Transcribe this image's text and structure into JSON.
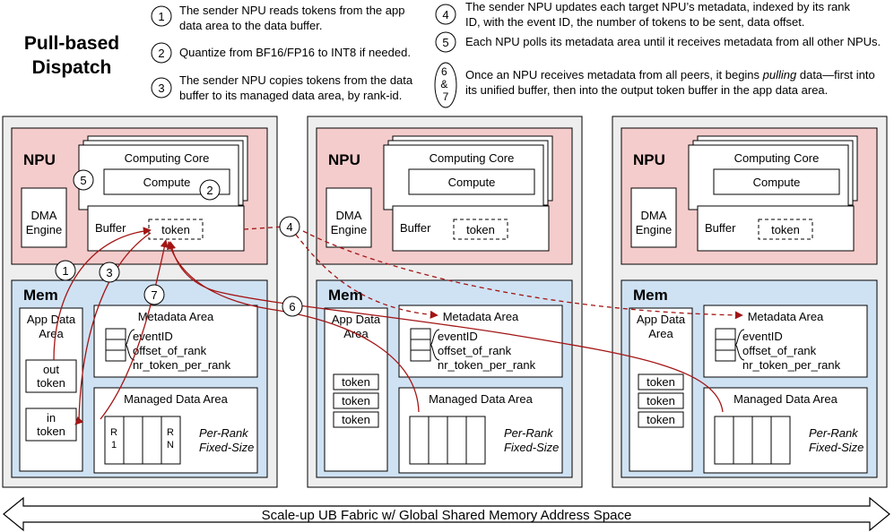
{
  "title_line1": "Pull-based",
  "title_line2": "Dispatch",
  "steps": [
    {
      "num": "1",
      "line1": "The sender NPU reads tokens from the app",
      "line2": "data area to the data buffer."
    },
    {
      "num": "2",
      "line1": "Quantize from BF16/FP16 to INT8 if needed.",
      "line2": ""
    },
    {
      "num": "3",
      "line1": "The sender NPU copies tokens from the data",
      "line2": "buffer to its managed data area, by rank-id."
    },
    {
      "num": "4",
      "line1": "The sender NPU updates each target NPU’s metadata, indexed by its rank",
      "line2": "ID, with the event ID, the number of tokens to be sent, data offset."
    },
    {
      "num": "5",
      "line1": "Each NPU polls its metadata area until it receives metadata from all other NPUs.",
      "line2": ""
    },
    {
      "num": "6\n&\n7",
      "line1": "Once an NPU receives metadata from all peers, it begins pulling data—first into",
      "line2": "its unified buffer, then into the output token buffer in the app data area."
    }
  ],
  "node": {
    "npu_label": "NPU",
    "computing_core": "Computing Core",
    "compute": "Compute",
    "dma_line1": "DMA",
    "dma_line2": "Engine",
    "buffer": "Buffer",
    "token": "token",
    "mem_label": "Mem",
    "app_data_line1": "App Data",
    "app_data_line2": "Area",
    "metadata_area": "Metadata Area",
    "meta_fields": [
      "eventID",
      "offset_of_rank",
      "nr_token_per_rank"
    ],
    "managed_data_area": "Managed Data Area",
    "per_rank": "Per-Rank",
    "fixed_size": "Fixed-Size",
    "out_token_line1": "out",
    "out_token_line2": "token",
    "in_token_line1": "in",
    "in_token_line2": "token",
    "rank_first": [
      "R",
      "1"
    ],
    "rank_last": [
      "R",
      "N"
    ]
  },
  "fabric_label": "Scale-up UB Fabric w/ Global Shared Memory Address Space",
  "markers": {
    "m1": "1",
    "m2": "2",
    "m3": "3",
    "m4": "4",
    "m5": "5",
    "m6": "6",
    "m7": "7"
  },
  "colors": {
    "npu_fill": "#f4cccc",
    "mem_fill": "#cfe2f3",
    "node_fill": "#eeeeee",
    "arrow_red": "#a31515"
  }
}
